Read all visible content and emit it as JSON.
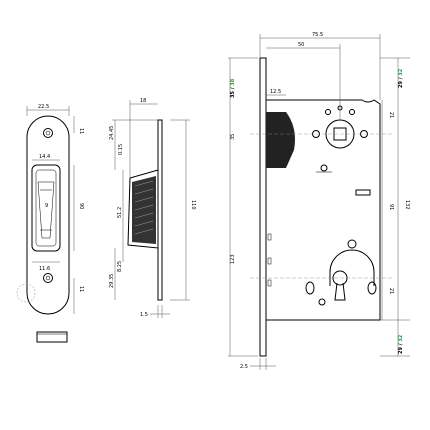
{
  "colors": {
    "line": "#000000",
    "accent_green": "#1f9d3a",
    "fill_dark": "#222222"
  },
  "strike_plate": {
    "width": "22.5",
    "top_offset": "11",
    "window_width": "14.4",
    "height": "90",
    "window_center": "9",
    "window_bottom": "11.6",
    "bottom_offset": "11"
  },
  "side_view": {
    "depth": "18",
    "dim_a": "24.45",
    "dim_b": "0.15",
    "dim_c": "51.2",
    "total": "110",
    "dim_d": "8.25",
    "dim_e": "29.35",
    "plate": "1.5"
  },
  "body_view": {
    "total_width": "75.5",
    "backset": "50",
    "handle_offset": "12.5",
    "left_top_a": "35",
    "left_top_sep": " / ",
    "left_top_b": "38",
    "latch": "35",
    "right_top_a": "29",
    "right_top_sep": " / ",
    "right_top_b": "32",
    "right_side_a": "21",
    "spacing": "91",
    "height": "132",
    "lower_height": "123",
    "right_side_b": "21",
    "right_bottom_a": "29",
    "right_bottom_sep": " / ",
    "right_bottom_b": "32",
    "faceplate": "2.5"
  }
}
